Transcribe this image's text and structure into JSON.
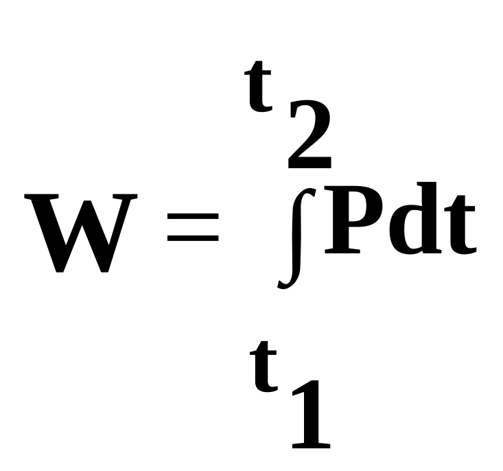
{
  "formula": {
    "lhs": "W",
    "equals": "=",
    "integral": "∫",
    "integrand": "Pdt",
    "upper_limit": {
      "var": "t",
      "sub": "2"
    },
    "lower_limit": {
      "var": "t",
      "sub": "1"
    }
  }
}
